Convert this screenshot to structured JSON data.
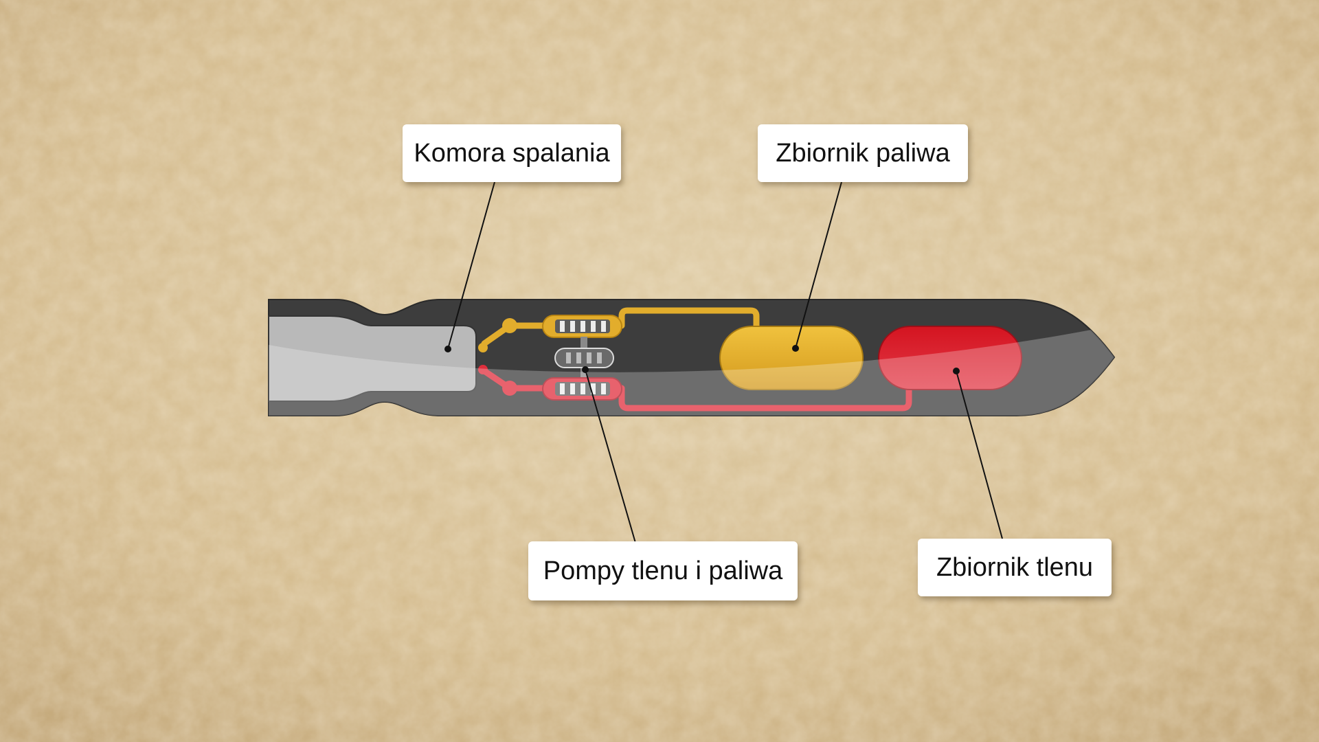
{
  "colors": {
    "background": "#d8c197",
    "fuel": "#e2ad2c",
    "oxidizer": "#dc2531",
    "body_dark": "#3c3c3c",
    "body_light": "#a9a9a9",
    "label_bg": "#ffffff"
  },
  "labels": {
    "combustion_chamber": "Komora spalania",
    "fuel_tank": "Zbiornik paliwa",
    "pumps": "Pompy tlenu i paliwa",
    "oxygen_tank": "Zbiornik tlenu"
  }
}
